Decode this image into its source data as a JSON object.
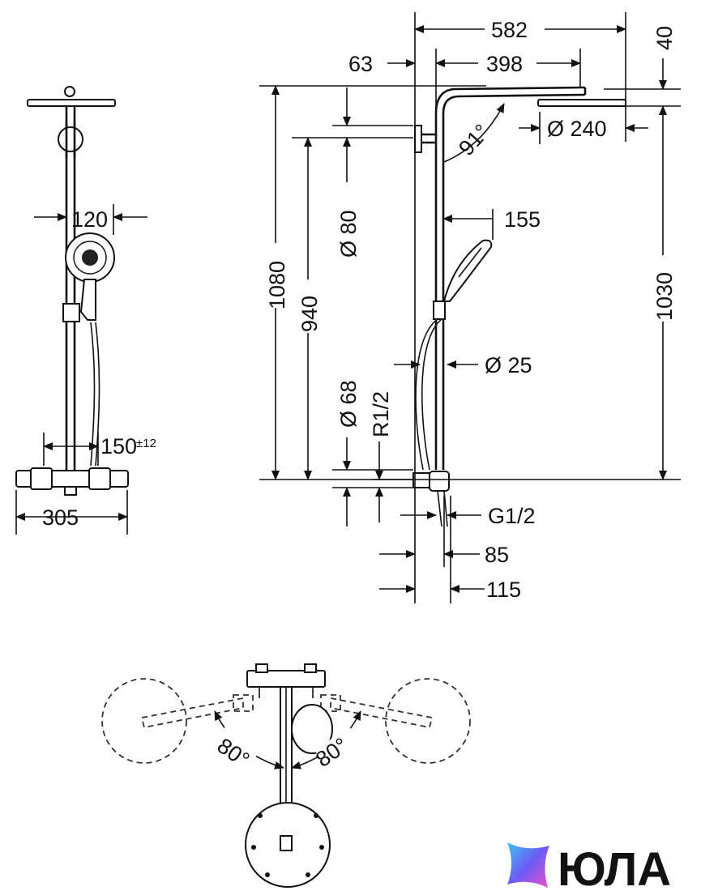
{
  "drawing": {
    "front_view": {
      "labels": {
        "head_width": "120",
        "bar_spacing": "150",
        "bar_spacing_tolerance": "±12",
        "mixer_width": "305"
      }
    },
    "side_view": {
      "labels": {
        "total_reach": "582",
        "wall_offset": "63",
        "arm_length": "398",
        "head_thickness": "40",
        "head_diameter": "Ø 240",
        "arm_angle": "91°",
        "hand_shower_reach": "155",
        "total_height": "1080",
        "overhead_height": "940",
        "bracket_diameter": "Ø 80",
        "arm_above_outlet": "1030",
        "hose_diameter": "Ø 25",
        "escutcheon_diameter": "Ø 68",
        "inlet_thread": "R1/2",
        "outlet_thread": "G1/2",
        "mixer_depth": "85",
        "total_depth": "115"
      }
    },
    "top_view": {
      "labels": {
        "left_swivel_angle": "80°",
        "right_swivel_angle": "80°"
      }
    }
  },
  "logo": {
    "text": "ЮЛА",
    "icon": "star-gradient-icon",
    "colors": [
      "#3ec5f1",
      "#6b5cf6",
      "#f24fc8"
    ]
  }
}
